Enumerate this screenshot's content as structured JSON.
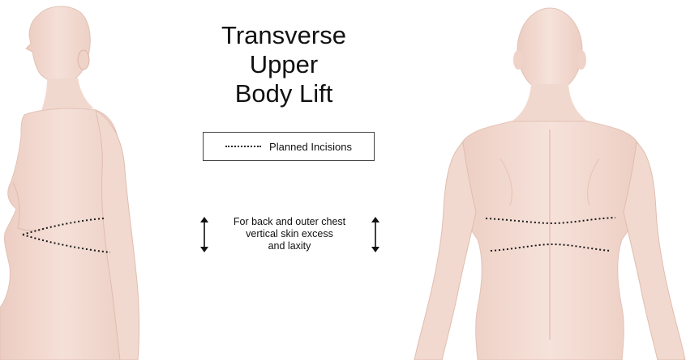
{
  "title_lines": [
    "Transverse",
    "Upper",
    "Body Lift"
  ],
  "legend": {
    "line_icon": "dotted-line",
    "label": "Planned Incisions"
  },
  "note_lines": [
    "For back and outer chest",
    "vertical skin excess",
    "and laxity"
  ],
  "icons": {
    "left": "double-vertical-arrow-icon",
    "right": "double-vertical-arrow-icon"
  },
  "colors": {
    "skin": "#f3dcd3",
    "skin_shadow": "#e6c4b8",
    "incision": "#1a1a1a",
    "text": "#111111",
    "background": "#ffffff"
  }
}
